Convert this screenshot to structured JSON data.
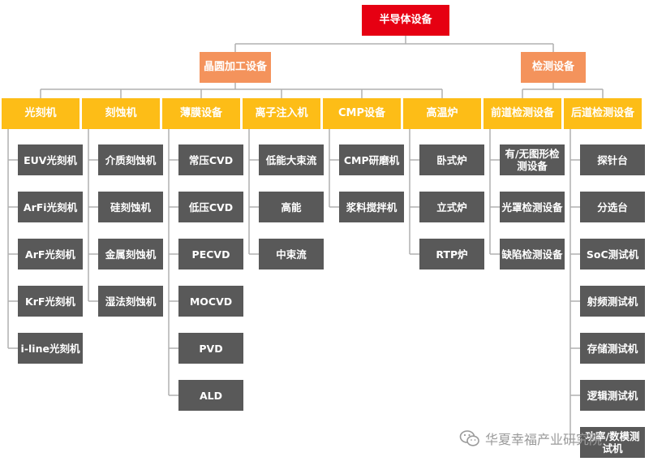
{
  "root": "半导体设备",
  "mid": [
    "晶圆加工设备",
    "检测设备"
  ],
  "categories": [
    {
      "label": "光刻机",
      "items": [
        "EUV光刻机",
        "ArFi光刻机",
        "ArF光刻机",
        "KrF光刻机",
        "i-line光刻机"
      ]
    },
    {
      "label": "刻蚀机",
      "items": [
        "介质刻蚀机",
        "硅刻蚀机",
        "金属刻蚀机",
        "湿法刻蚀机"
      ]
    },
    {
      "label": "薄膜设备",
      "items": [
        "常压CVD",
        "低压CVD",
        "PECVD",
        "MOCVD",
        "PVD",
        "ALD"
      ]
    },
    {
      "label": "离子注入机",
      "items": [
        "低能大束流",
        "高能",
        "中束流"
      ]
    },
    {
      "label": "CMP设备",
      "items": [
        "CMP研磨机",
        "浆料搅拌机"
      ]
    },
    {
      "label": "高温炉",
      "items": [
        "卧式炉",
        "立式炉",
        "RTP炉"
      ]
    },
    {
      "label": "前道检测设备",
      "items": [
        "有/无图形检测设备",
        "光罩检测设备",
        "缺陷检测设备"
      ]
    },
    {
      "label": "后道检测设备",
      "items": [
        "探针台",
        "分选台",
        "SoC测试机",
        "射频测试机",
        "存储测试机",
        "逻辑测试机",
        "功率/数模测试机"
      ]
    }
  ],
  "watermark": "华夏幸福产业研究院",
  "colors": {
    "root": "#e60012",
    "mid": "#f4935c",
    "category": "#fdbd17",
    "leaf": "#595959",
    "line": "#b0b0b0"
  }
}
